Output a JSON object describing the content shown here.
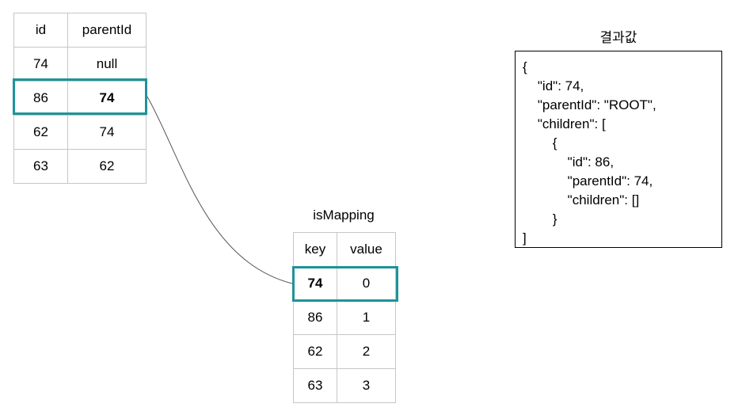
{
  "main_table": {
    "headers": [
      "id",
      "parentId"
    ],
    "rows": [
      [
        "74",
        "null"
      ],
      [
        "86",
        "74"
      ],
      [
        "62",
        "74"
      ],
      [
        "63",
        "62"
      ]
    ]
  },
  "mapping_table": {
    "title": "isMapping",
    "headers": [
      "key",
      "value"
    ],
    "rows": [
      [
        "74",
        "0"
      ],
      [
        "86",
        "1"
      ],
      [
        "62",
        "2"
      ],
      [
        "63",
        "3"
      ]
    ]
  },
  "result": {
    "title": "결과값",
    "lines": [
      "{",
      "    \"id\": 74,",
      "    \"parentId\": \"ROOT\",",
      "    \"children\": [",
      "        {",
      "            \"id\": 86,",
      "            \"parentId\": 74,",
      "            \"children\": []",
      "        }",
      "]"
    ]
  },
  "colors": {
    "highlight": "#1e9398",
    "grid_line": "#c6c6c6",
    "connector": "#555555"
  }
}
